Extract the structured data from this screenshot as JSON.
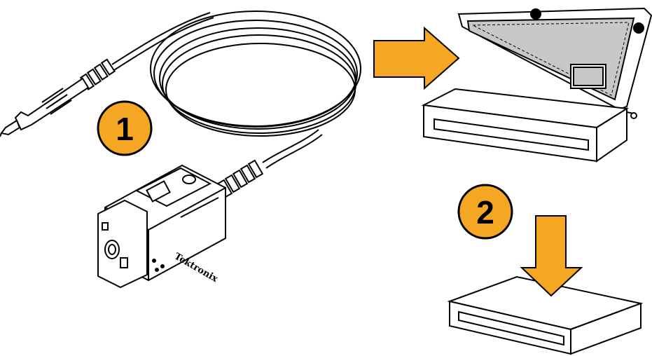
{
  "steps": [
    {
      "number": "1"
    },
    {
      "number": "2"
    }
  ],
  "probe": {
    "brand": "Tektronix"
  },
  "colors": {
    "badge_fill": "#F5A623",
    "arrow_fill": "#F5A623",
    "outline": "#000000",
    "case_lid_panel": "#C8C8C8",
    "background": "#FFFFFF"
  },
  "icons": [
    "probe-icon",
    "probe-cable-icon",
    "carrying-case-icon",
    "storage-box-icon",
    "arrow-right-icon",
    "arrow-down-icon"
  ]
}
